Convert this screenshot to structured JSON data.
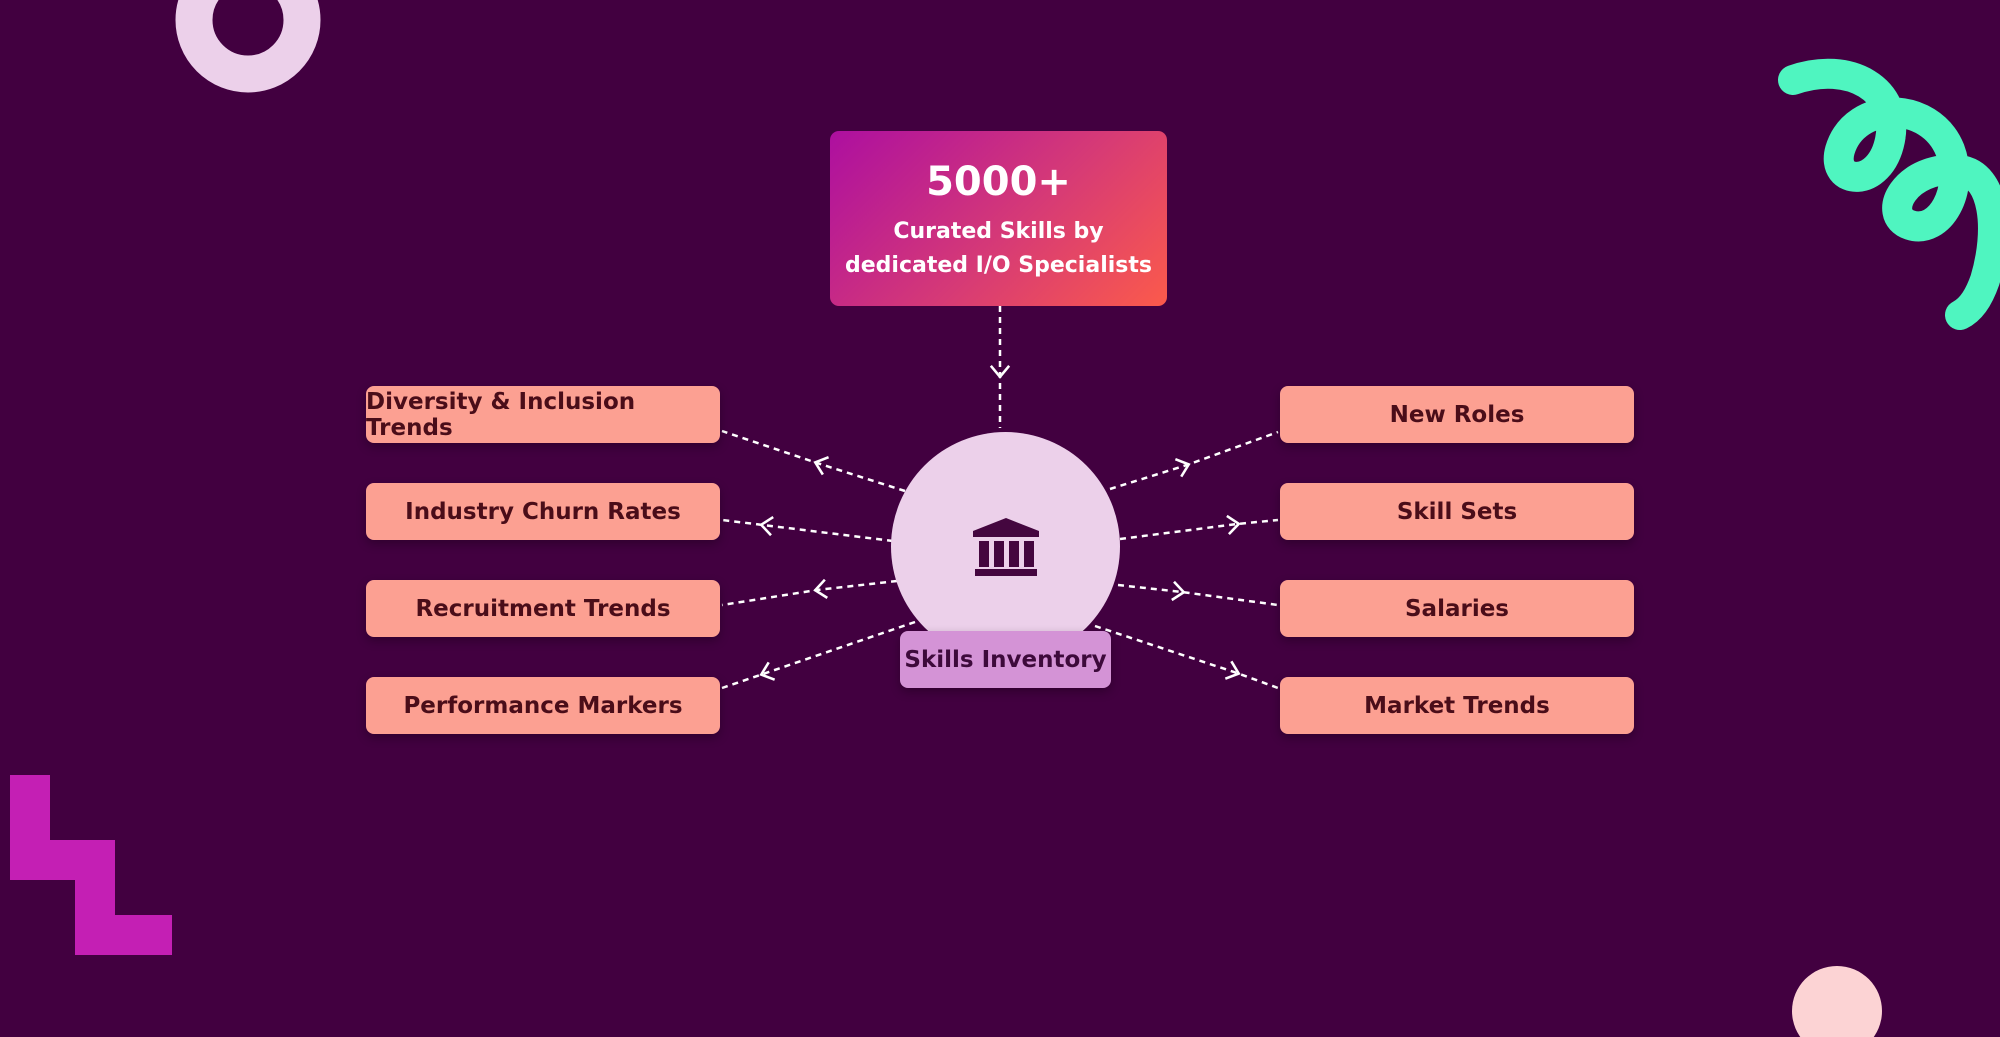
{
  "top_box": {
    "headline": "5000+",
    "line1": "Curated Skills by",
    "line2": "dedicated I/O Specialists"
  },
  "hub": {
    "icon": "bank-building-icon",
    "label": "Skills Inventory"
  },
  "left_items": [
    {
      "label": "Diversity & Inclusion Trends"
    },
    {
      "label": "Industry Churn Rates"
    },
    {
      "label": "Recruitment Trends"
    },
    {
      "label": "Performance Markers"
    }
  ],
  "right_items": [
    {
      "label": "New Roles"
    },
    {
      "label": "Skill Sets"
    },
    {
      "label": "Salaries"
    },
    {
      "label": "Market Trends"
    }
  ],
  "colors": {
    "background": "#420040",
    "pill": "#fca092",
    "pill_text": "#4a0d19",
    "hub": "#ecd0ea",
    "hub_label": "#d493d6",
    "gradient_start": "#ad0fa0",
    "gradient_end": "#fb5a4b",
    "connector": "#ffffff"
  }
}
